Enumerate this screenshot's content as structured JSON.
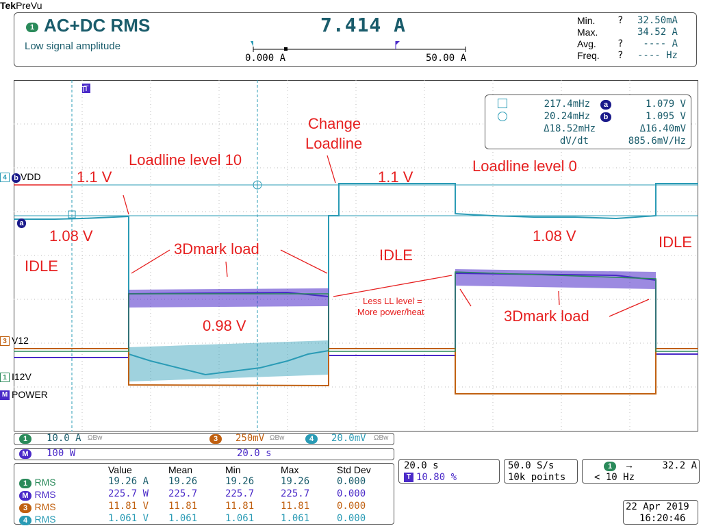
{
  "brand": {
    "tek": "Tek",
    "mode": "PreVu"
  },
  "measurement": {
    "channel_badge": "1",
    "title": "AC+DC RMS",
    "subtitle": "Low signal amplitude",
    "value": "7.414 A",
    "scale_left": "0.000 A",
    "scale_right": "50.00 A",
    "stats": [
      {
        "label": "Min.",
        "q": "?",
        "value": "32.50mA"
      },
      {
        "label": "Max.",
        "q": "",
        "value": "34.52 A"
      },
      {
        "label": "Avg.",
        "q": "?",
        "value": "---- A"
      },
      {
        "label": "Freq.",
        "q": "?",
        "value": "---- Hz"
      }
    ]
  },
  "cursor_box": {
    "row1_left": "217.4mHz",
    "row1_right": "1.079 V",
    "row1_badge": "a",
    "row2_left": "20.24mHz",
    "row2_right": "1.095 V",
    "row2_badge": "b",
    "row3_left": "Δ18.52mHz",
    "row3_right": "Δ16.40mV",
    "row4_left": "dV/dt",
    "row4_right": "885.6mV/Hz"
  },
  "trigger_marker": "T",
  "channel_labels": [
    {
      "badge": "4",
      "text": "VDD",
      "color": "#2a9bb5",
      "cursor": "b"
    },
    {
      "badge": "a",
      "text": "",
      "color": "#2a9bb5"
    },
    {
      "badge": "3",
      "text": "V12",
      "color": "#c06010"
    },
    {
      "badge": "1",
      "text": "I12V",
      "color": "#2a8a5a"
    },
    {
      "badge": "M",
      "text": "POWER",
      "color": "#4a2ac8"
    }
  ],
  "annotations": {
    "ll10": "Loadline level 10",
    "change1": "Change",
    "change2": "Loadline",
    "ll0": "Loadline level 0",
    "v11_left": "1.1 V",
    "v11_right": "1.1 V",
    "v108_left": "1.08 V",
    "v108_right": "1.08 V",
    "idle_left": "IDLE",
    "idle_mid": "IDLE",
    "idle_right": "IDLE",
    "load_left": "3Dmark load",
    "load_right": "3Dmark load",
    "v098": "0.98 V",
    "less1": "Less LL level =",
    "less2": "More power/heat"
  },
  "scale_bar": {
    "ch1": "10.0 A",
    "ch1_badge": "1",
    "ch3": "250mV",
    "ch3_badge": "3",
    "ch4": "20.0mV",
    "ch4_badge": "4",
    "bw_symbol": "ΩBᴡ",
    "math": "100 W",
    "math_badge": "M",
    "timebase": "20.0 s"
  },
  "table": {
    "headers": [
      "Value",
      "Mean",
      "Min",
      "Max",
      "Std Dev"
    ],
    "rows": [
      {
        "badge": "1",
        "color": "#2a8a5a",
        "label": "RMS",
        "cells": [
          "19.26 A",
          "19.26",
          "19.26",
          "19.26",
          "0.000"
        ]
      },
      {
        "badge": "M",
        "color": "#4a2ac8",
        "label": "RMS",
        "cells": [
          "225.7 W",
          "225.7",
          "225.7",
          "225.7",
          "0.000"
        ]
      },
      {
        "badge": "3",
        "color": "#c06010",
        "label": "RMS",
        "cells": [
          "11.81 V",
          "11.81",
          "11.81",
          "11.81",
          "0.000"
        ]
      },
      {
        "badge": "4",
        "color": "#2a9bb5",
        "label": "RMS",
        "cells": [
          "1.061 V",
          "1.061",
          "1.061",
          "1.061",
          "0.000"
        ]
      }
    ]
  },
  "horiz": {
    "time": "20.0 s",
    "trig_badge": "T",
    "trig_pos": "10.80 %"
  },
  "acq": {
    "rate": "50.0 S/s",
    "points": "10k points"
  },
  "trig": {
    "badge": "1",
    "slope": "→",
    "level": "32.2 A",
    "freq": "< 10 Hz"
  },
  "datetime": {
    "date": "22 Apr  2019",
    "time": "16:20:46"
  }
}
